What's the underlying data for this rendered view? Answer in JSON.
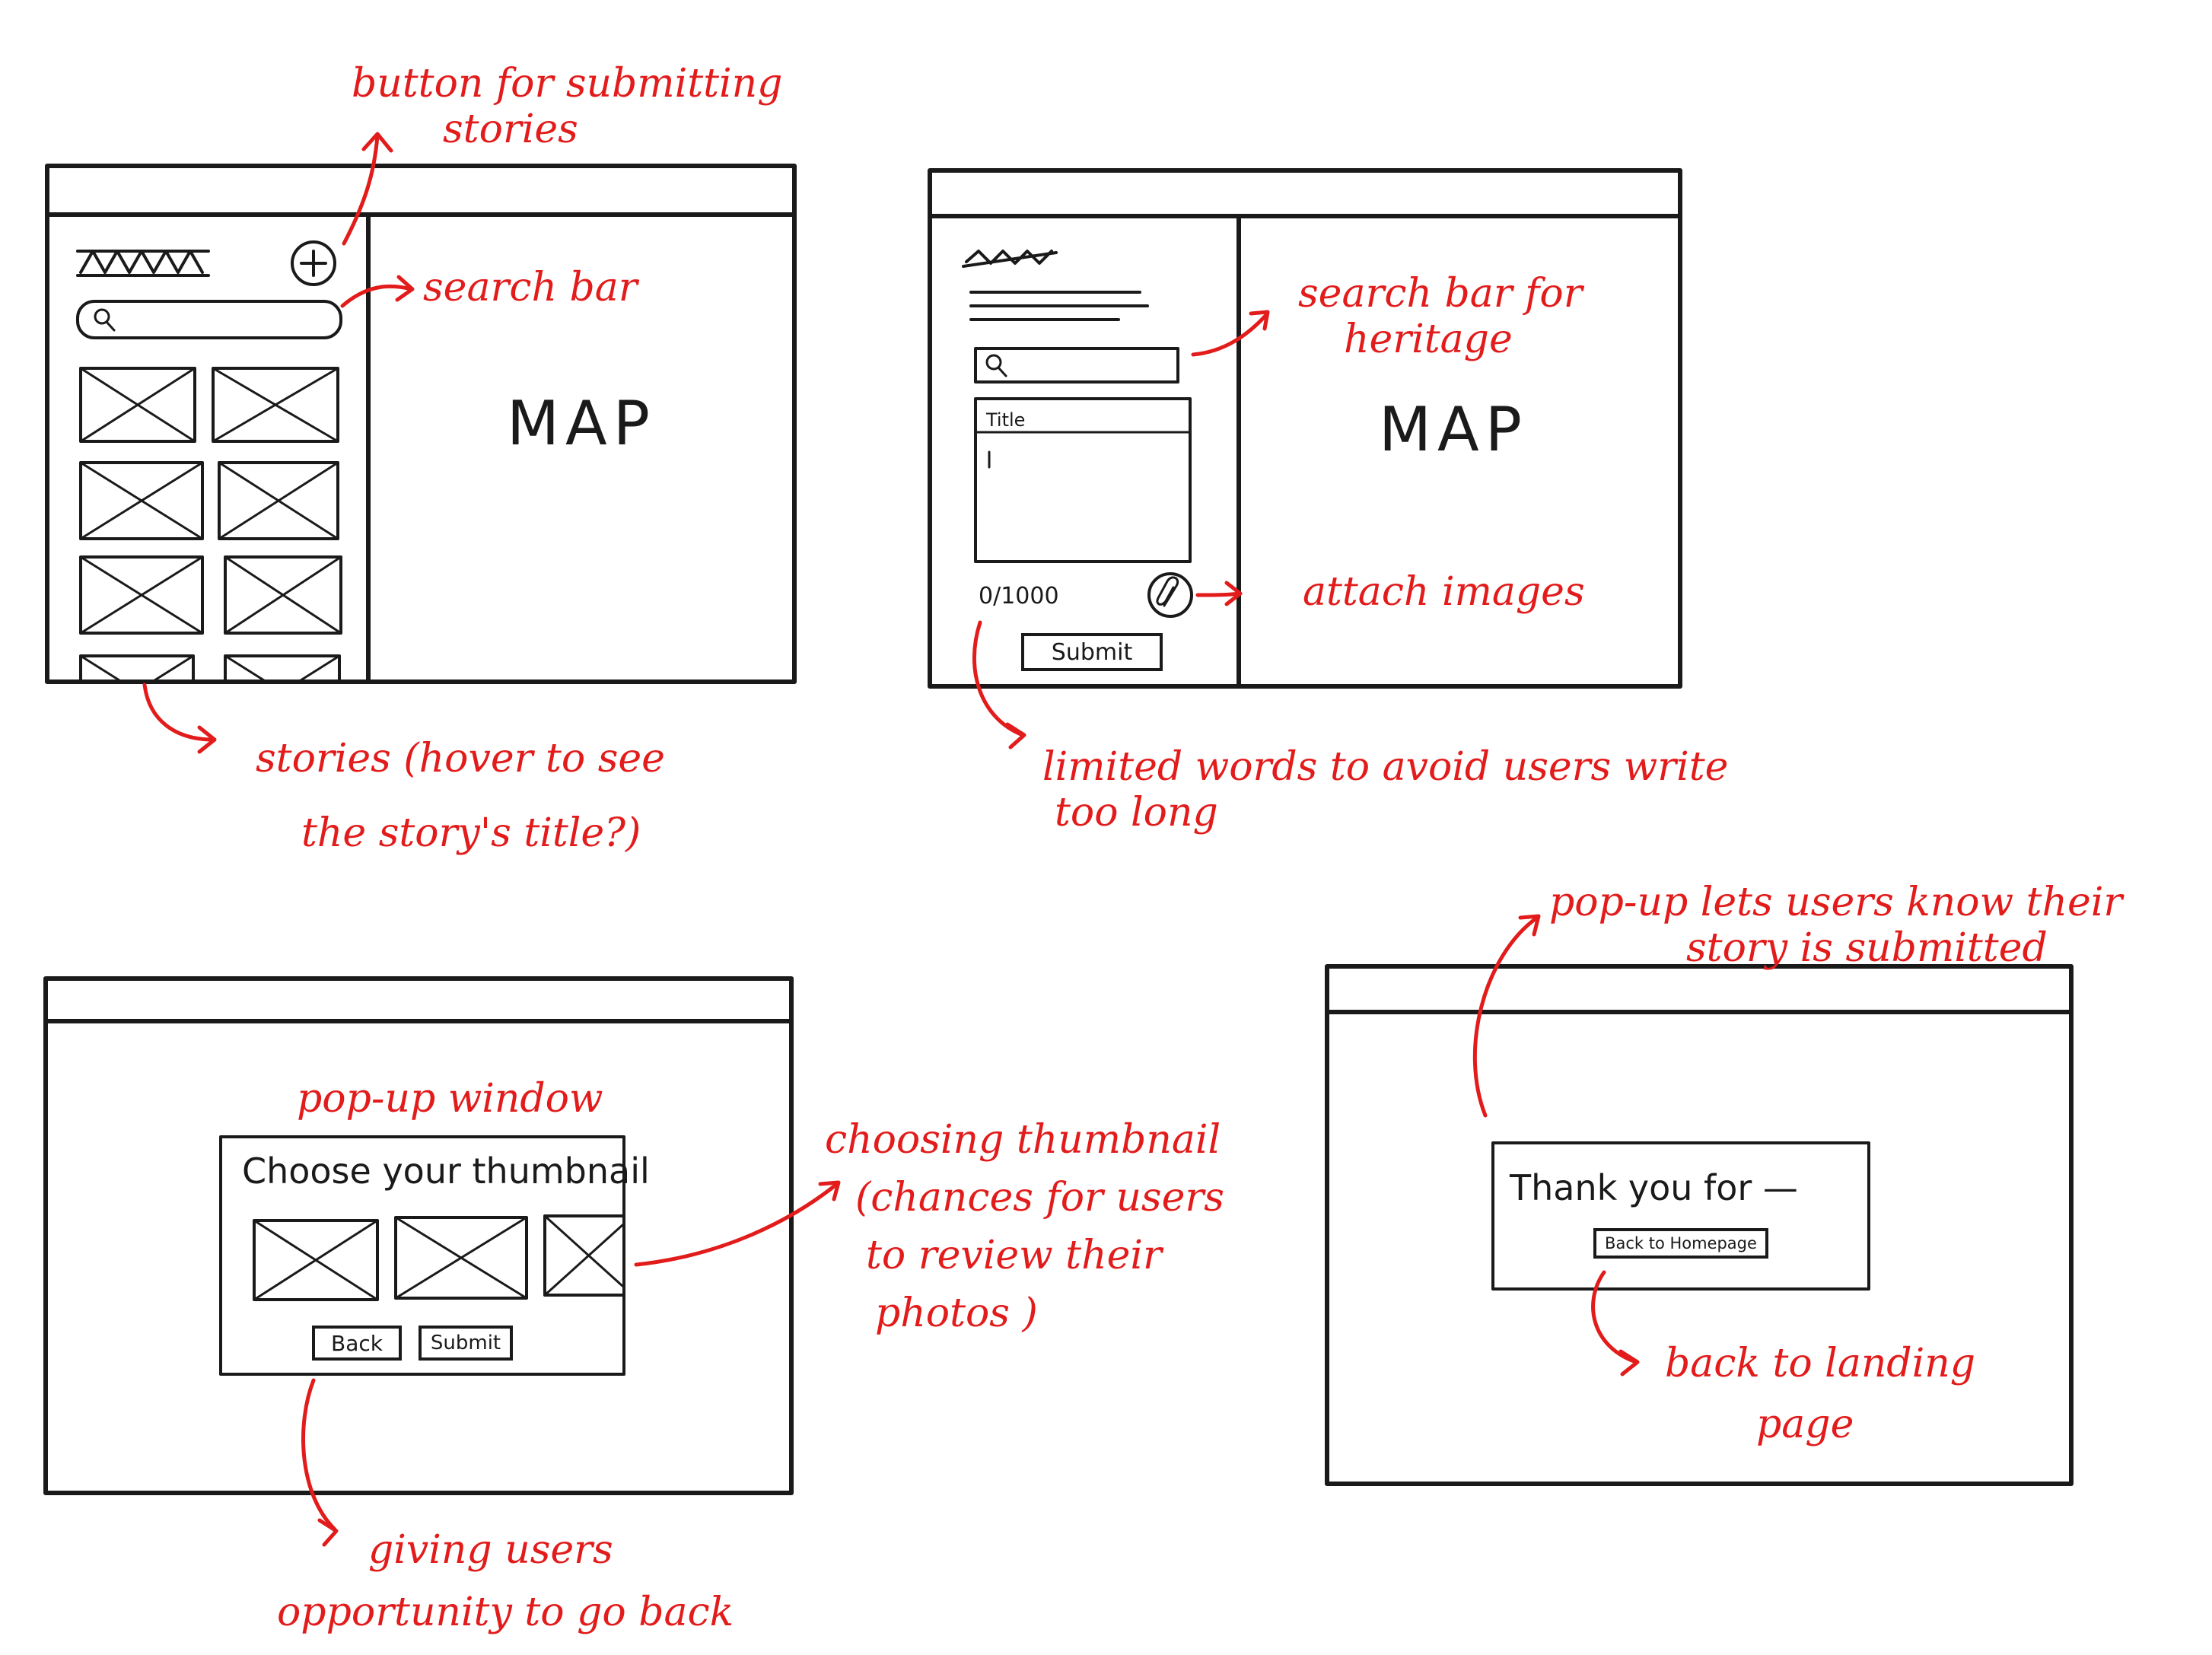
{
  "sketch1": {
    "map_label": "MAP",
    "note_button": [
      "button for submitting",
      "stories"
    ],
    "note_search": "search bar",
    "note_stories": [
      "stories (hover to see",
      "the story's title?)"
    ]
  },
  "sketch2": {
    "map_label": "MAP",
    "title_placeholder": "Title",
    "word_counter": "0/1000",
    "submit_label": "Submit",
    "note_search": [
      "search bar for",
      "heritage"
    ],
    "note_attach": "attach images",
    "note_limit": [
      "limited words to avoid users write",
      "too long"
    ]
  },
  "sketch3": {
    "popup_title": "Choose your thumbnail",
    "back_label": "Back",
    "submit_label": "Submit",
    "note_popup": "pop-up window",
    "note_thumbnail": [
      "choosing thumbnail",
      "(chances for users",
      "to review their",
      "photos )"
    ],
    "note_back": [
      "giving users",
      "opportunity to go back"
    ]
  },
  "sketch4": {
    "message": "Thank you for —",
    "back_home_label": "Back to Homepage",
    "note_popup": [
      "pop-up lets users know their",
      "story is submitted"
    ],
    "note_landing": [
      "back to landing",
      "page"
    ]
  },
  "colors": {
    "ink": "#1a1a1a",
    "annotation": "#e21b1b",
    "paper": "#ffffff"
  }
}
